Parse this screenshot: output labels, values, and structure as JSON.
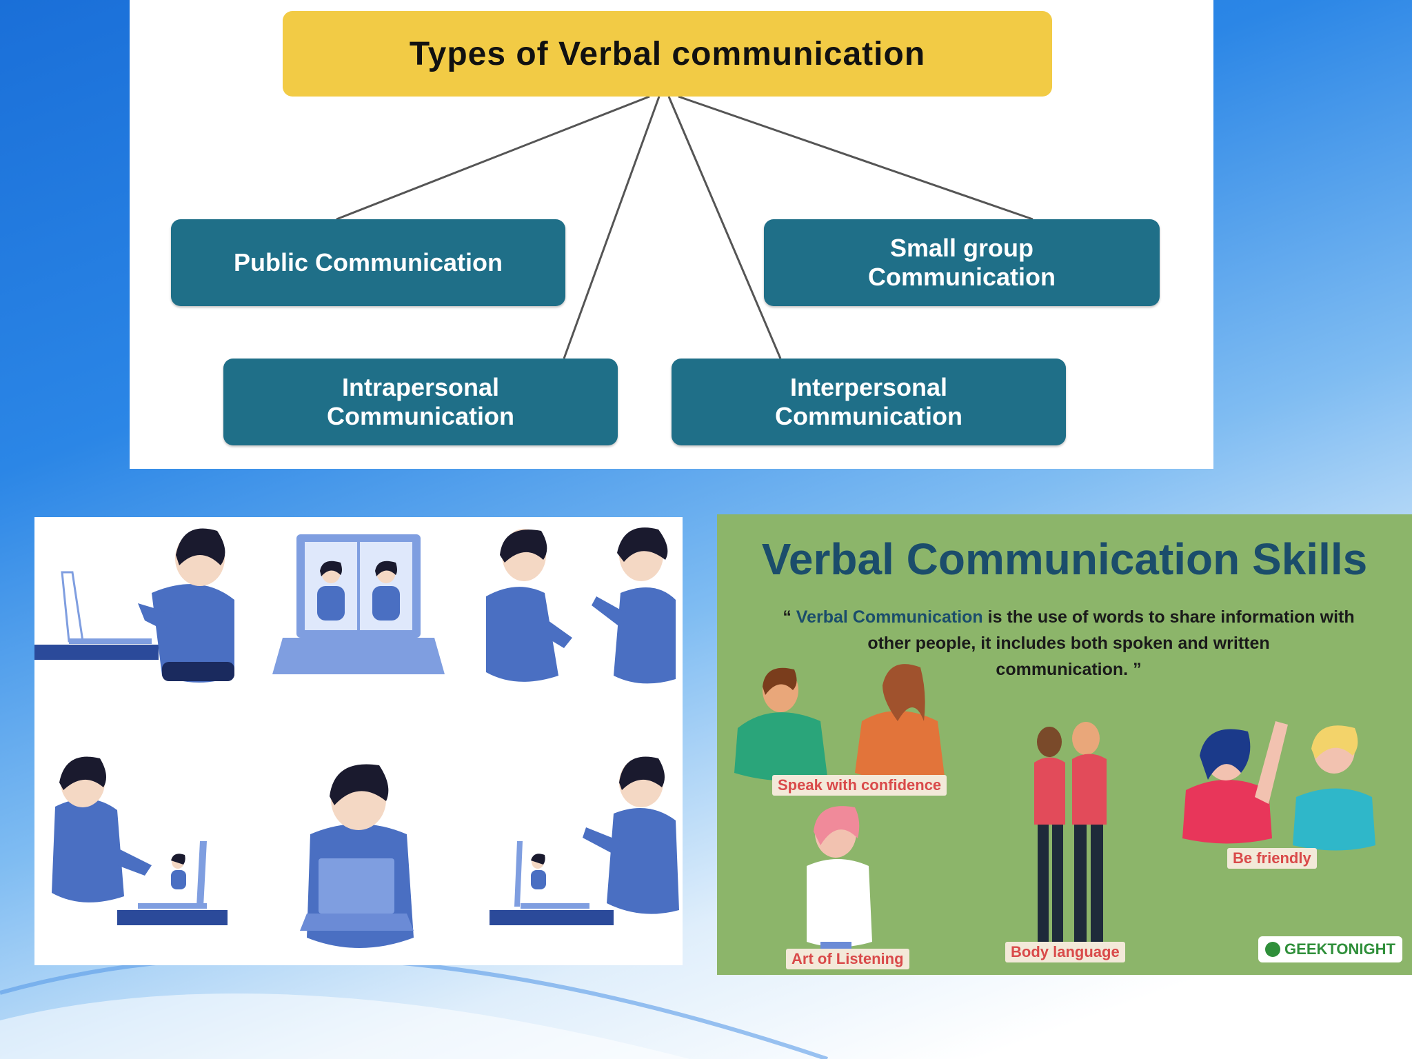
{
  "diagram": {
    "title": "Types of Verbal communication",
    "nodes": {
      "public": [
        "Public Communication"
      ],
      "small_group": [
        "Small group",
        "Communication"
      ],
      "intrapersonal": [
        "Intrapersonal",
        "Communication"
      ],
      "interpersonal": [
        "Interpersonal",
        "Communication"
      ]
    },
    "colors": {
      "title_bg": "#f2cb45",
      "node_bg": "#1f6f88",
      "connector": "#555555"
    }
  },
  "skills_poster": {
    "title": "Verbal Communication Skills",
    "quote_open": "“",
    "quote_highlight": "Verbal Communication",
    "quote_line1_rest": " is the use of words to share information with",
    "quote_line2": "other people, it includes both spoken and written",
    "quote_line3": "communication.",
    "quote_close": "”",
    "labels": {
      "speak": "Speak with confidence",
      "friendly": "Be friendly",
      "listening": "Art of Listening",
      "body": "Body language"
    },
    "brand": "GEEKTONIGHT",
    "colors": {
      "bg": "#8cb56a",
      "title": "#1b4d6b",
      "label_text": "#d94a4a"
    }
  },
  "illustration": {
    "colors": {
      "figure": "#4a6fc2",
      "hair": "#1a1a2e",
      "desk": "#2b4a9a",
      "device": "#7f9ee0"
    }
  }
}
